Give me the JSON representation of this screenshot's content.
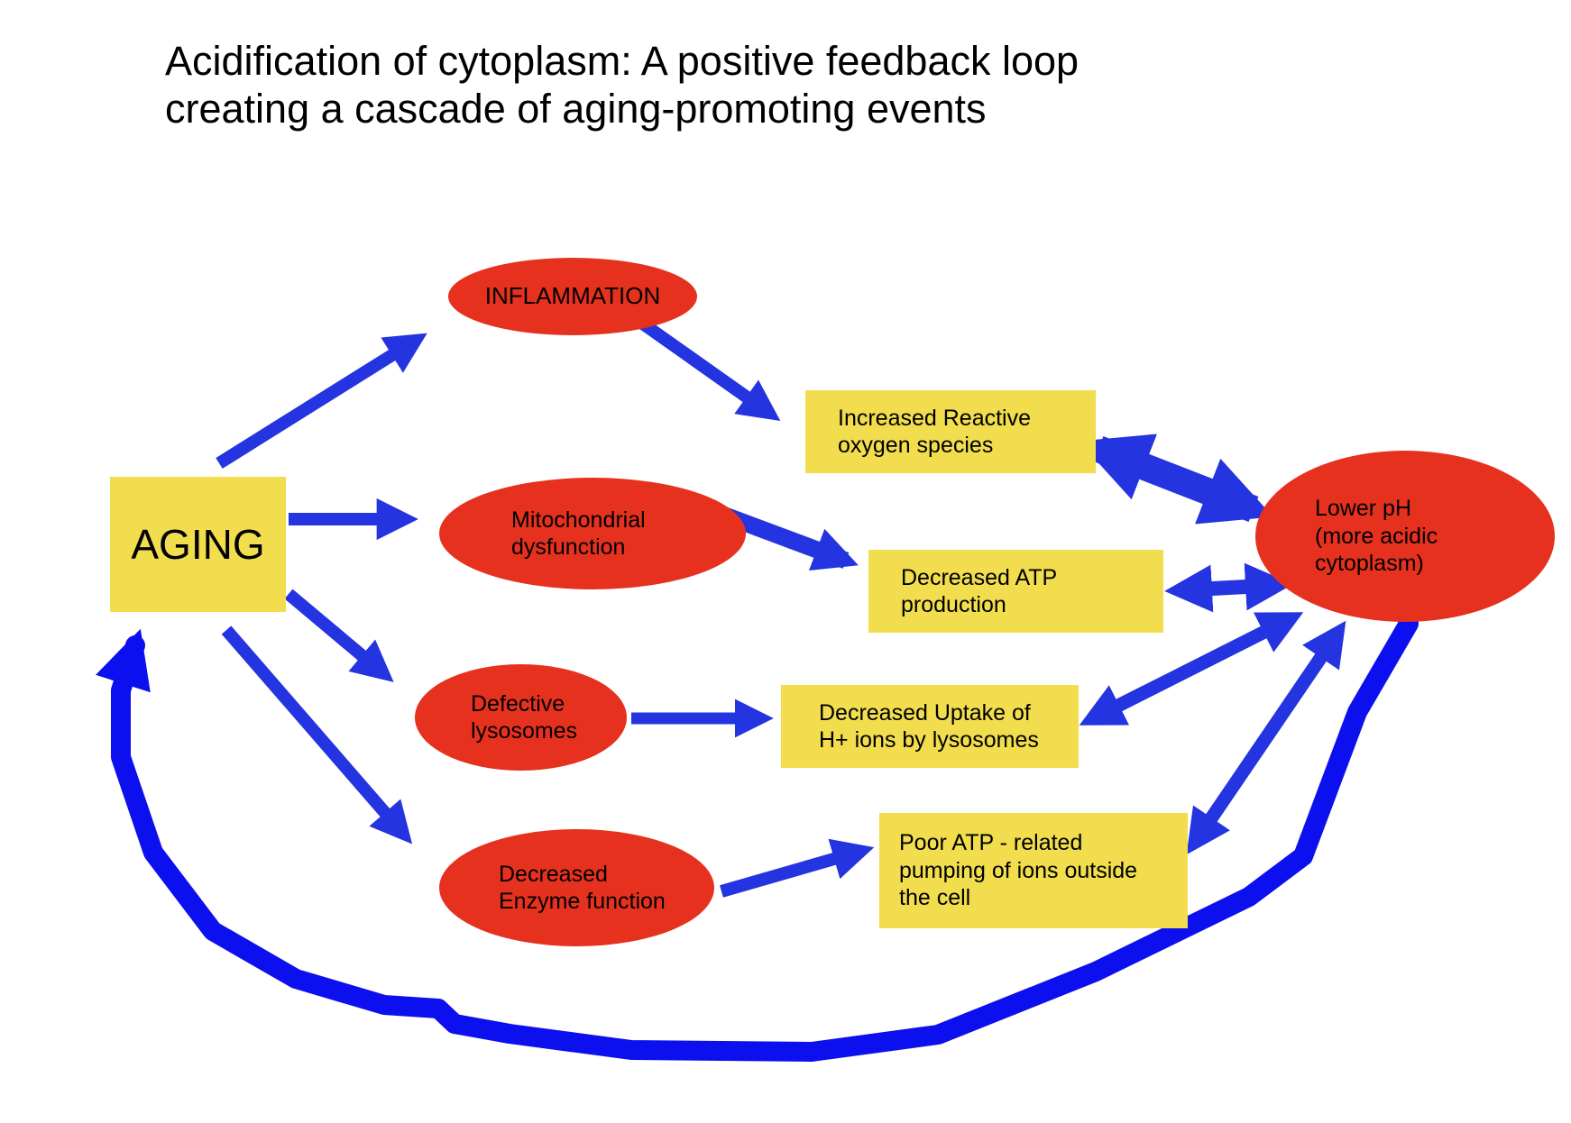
{
  "title": "Acidification of cytoplasm: A positive feedback loop\ncreating a cascade of aging-promoting events",
  "nodes": {
    "aging": {
      "label": "AGING",
      "shape": "rect",
      "color": "#F1DD4D"
    },
    "inflammation": {
      "label": "INFLAMMATION",
      "shape": "ellipse",
      "color": "#E6311F"
    },
    "mitochondrial": {
      "label": "Mitochondrial\ndysfunction",
      "shape": "ellipse",
      "color": "#E6311F"
    },
    "defective_lysosomes": {
      "label": "Defective\nlysosomes",
      "shape": "ellipse",
      "color": "#E6311F"
    },
    "decreased_enzyme": {
      "label": "Decreased\nEnzyme function",
      "shape": "ellipse",
      "color": "#E6311F"
    },
    "ros": {
      "label": "Increased Reactive\noxygen species",
      "shape": "rect",
      "color": "#F1DD4D"
    },
    "decreased_atp": {
      "label": "Decreased ATP\nproduction",
      "shape": "rect",
      "color": "#F1DD4D"
    },
    "decreased_uptake": {
      "label": "Decreased Uptake of\nH+ ions by lysosomes",
      "shape": "rect",
      "color": "#F1DD4D"
    },
    "poor_pumping": {
      "label": "Poor ATP - related\npumping of ions outside\nthe cell",
      "shape": "rect",
      "color": "#F1DD4D"
    },
    "lower_ph": {
      "label": "Lower pH\n(more acidic\ncytoplasm)",
      "shape": "ellipse",
      "color": "#E6311F"
    }
  },
  "edges": [
    {
      "from": "aging",
      "to": "inflammation",
      "type": "arrow"
    },
    {
      "from": "aging",
      "to": "mitochondrial",
      "type": "arrow"
    },
    {
      "from": "aging",
      "to": "defective_lysosomes",
      "type": "arrow"
    },
    {
      "from": "aging",
      "to": "decreased_enzyme",
      "type": "arrow"
    },
    {
      "from": "inflammation",
      "to": "ros",
      "type": "arrow"
    },
    {
      "from": "mitochondrial",
      "to": "decreased_atp",
      "type": "arrow",
      "thick": true
    },
    {
      "from": "defective_lysosomes",
      "to": "decreased_uptake",
      "type": "arrow"
    },
    {
      "from": "decreased_enzyme",
      "to": "poor_pumping",
      "type": "arrow"
    },
    {
      "from": "ros",
      "to": "lower_ph",
      "type": "double-arrow",
      "thick": true
    },
    {
      "from": "decreased_atp",
      "to": "lower_ph",
      "type": "double-arrow"
    },
    {
      "from": "decreased_uptake",
      "to": "lower_ph",
      "type": "double-arrow"
    },
    {
      "from": "poor_pumping",
      "to": "lower_ph",
      "type": "double-arrow"
    },
    {
      "from": "lower_ph",
      "to": "aging",
      "type": "feedback-loop",
      "thick": true
    }
  ],
  "colors": {
    "node_yellow": "#F1DD4D",
    "node_red": "#E6311F",
    "arrow_blue": "#2334E0",
    "loop_blue": "#0D10EE",
    "text": "#000000",
    "background": "#FFFFFF"
  }
}
